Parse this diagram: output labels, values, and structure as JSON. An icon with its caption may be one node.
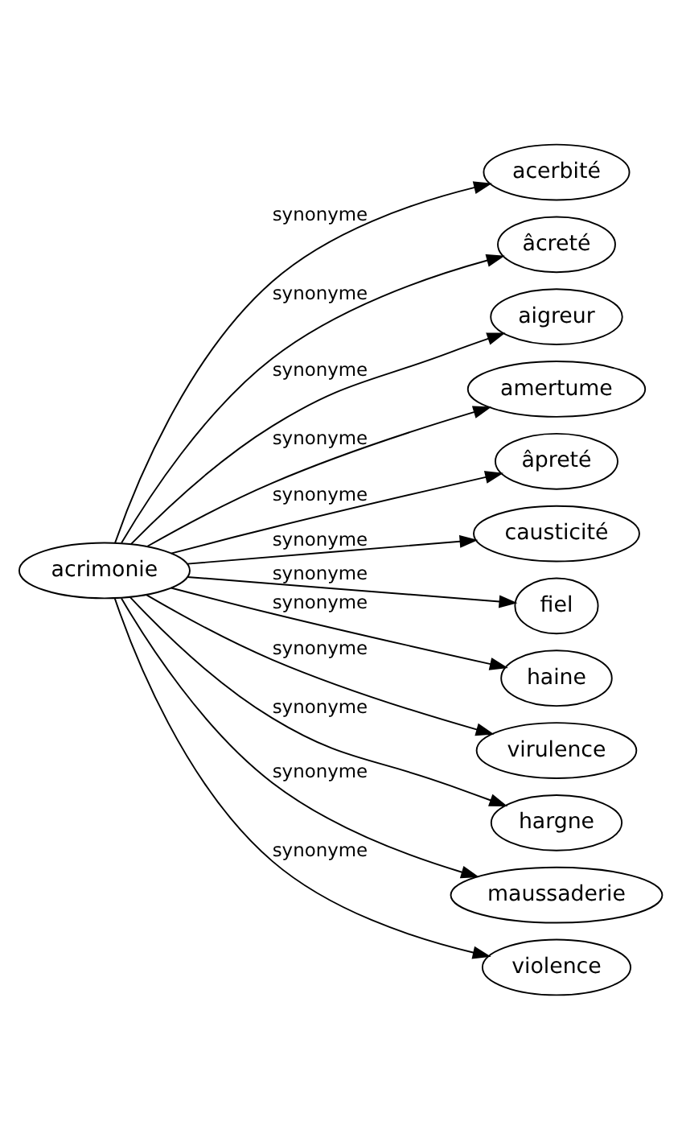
{
  "diagram": {
    "nodes": [
      {
        "text": [
          "acrimonie"
        ]
      },
      {
        "text": [
          "acerbité"
        ]
      },
      {
        "text": [
          "âcreté"
        ]
      },
      {
        "text": [
          "aigreur"
        ]
      },
      {
        "text": [
          "amertume"
        ]
      },
      {
        "text": [
          "âpreté"
        ]
      },
      {
        "text": [
          "causticité"
        ]
      },
      {
        "text": [
          "fiel"
        ]
      },
      {
        "text": [
          "haine"
        ]
      },
      {
        "text": [
          "virulence"
        ]
      },
      {
        "text": [
          "hargne"
        ]
      },
      {
        "text": [
          "maussaderie"
        ]
      },
      {
        "text": [
          "violence"
        ]
      }
    ],
    "edges": [
      {
        "from": 0,
        "to": 1,
        "arrow": "to",
        "label": "synonyme"
      },
      {
        "from": 0,
        "to": 2,
        "arrow": "to",
        "label": "synonyme"
      },
      {
        "from": 0,
        "to": 3,
        "arrow": "to",
        "label": "synonyme"
      },
      {
        "from": 0,
        "to": 4,
        "arrow": "to",
        "label": "synonyme"
      },
      {
        "from": 0,
        "to": 5,
        "arrow": "to",
        "label": "synonyme"
      },
      {
        "from": 0,
        "to": 6,
        "arrow": "to",
        "label": "synonyme"
      },
      {
        "from": 0,
        "to": 7,
        "arrow": "to",
        "label": "synonyme"
      },
      {
        "from": 0,
        "to": 8,
        "arrow": "to",
        "label": "synonyme"
      },
      {
        "from": 0,
        "to": 9,
        "arrow": "to",
        "label": "synonyme"
      },
      {
        "from": 0,
        "to": 10,
        "arrow": "to",
        "label": "synonyme"
      },
      {
        "from": 0,
        "to": 11,
        "arrow": "to",
        "label": "synonyme"
      },
      {
        "from": 0,
        "to": 12,
        "arrow": "to",
        "label": "synonyme"
      }
    ]
  }
}
